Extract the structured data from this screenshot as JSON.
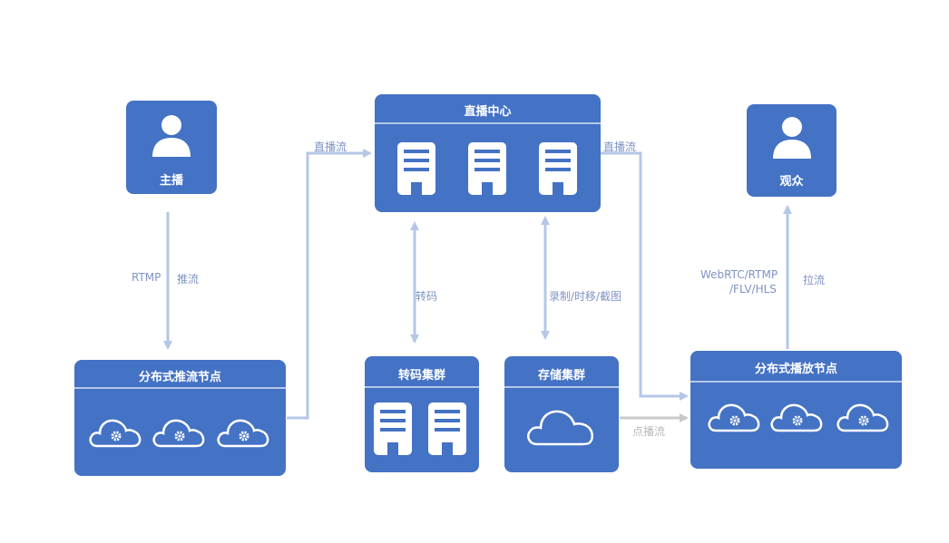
{
  "nodes": {
    "anchor": "主播",
    "viewer": "观众",
    "live_center": "直播中心",
    "push_nodes": "分布式推流节点",
    "transcode_cluster": "转码集群",
    "storage_cluster": "存储集群",
    "play_nodes": "分布式播放节点"
  },
  "edges": {
    "rtmp": "RTMP",
    "push_stream": "推流",
    "live_stream_in": "直播流",
    "live_stream_out": "直播流",
    "transcode": "转码",
    "record": "录制/时移/截图",
    "webrtc_line1": "WebRTC/RTMP",
    "webrtc_line2": "/FLV/HLS",
    "pull_stream": "拉流",
    "vod_stream": "点播流"
  },
  "colors": {
    "box": "#4472c4",
    "arrow": "#b4c7e7",
    "label": "#7f93c4",
    "grey_arrow": "#c9c9c9"
  },
  "icons": {
    "person": "user-icon",
    "server": "server-icon",
    "cloud": "cloud-gear-icon",
    "storage": "cloud-icon"
  }
}
